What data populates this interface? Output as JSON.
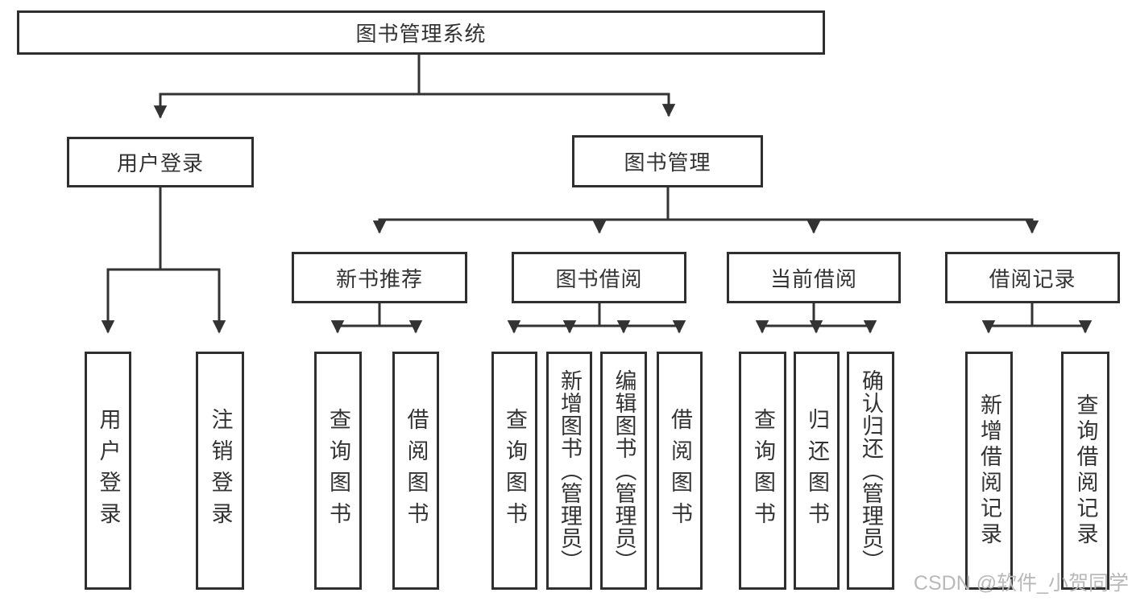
{
  "nodes": {
    "root": "图书管理系统",
    "user_login": "用户登录",
    "book_mgmt": "图书管理",
    "new_books": "新书推荐",
    "book_borrow": "图书借阅",
    "current_borrow": "当前借阅",
    "borrow_records": "借阅记录"
  },
  "leaves": {
    "user_login_leaf": "用户登录",
    "logout": "注销登录",
    "nb_query": "查询图书",
    "nb_borrow": "借阅图书",
    "bb_query": "查询图书",
    "bb_add": "新增图书（管理员）",
    "bb_edit": "编辑图书（管理员）",
    "bb_borrow": "借阅图书",
    "cb_query": "查询图书",
    "cb_return": "归还图书",
    "cb_confirm": "确认归还（管理员）",
    "br_add": "新增借阅记录",
    "br_query": "查询借阅记录"
  },
  "watermark": "CSDN @软件_小贺同学",
  "colors": {
    "line": "#333333",
    "box_border": "#2f2f2f",
    "text": "#333333",
    "background": "#ffffff",
    "watermark": "#b9b9b9"
  }
}
